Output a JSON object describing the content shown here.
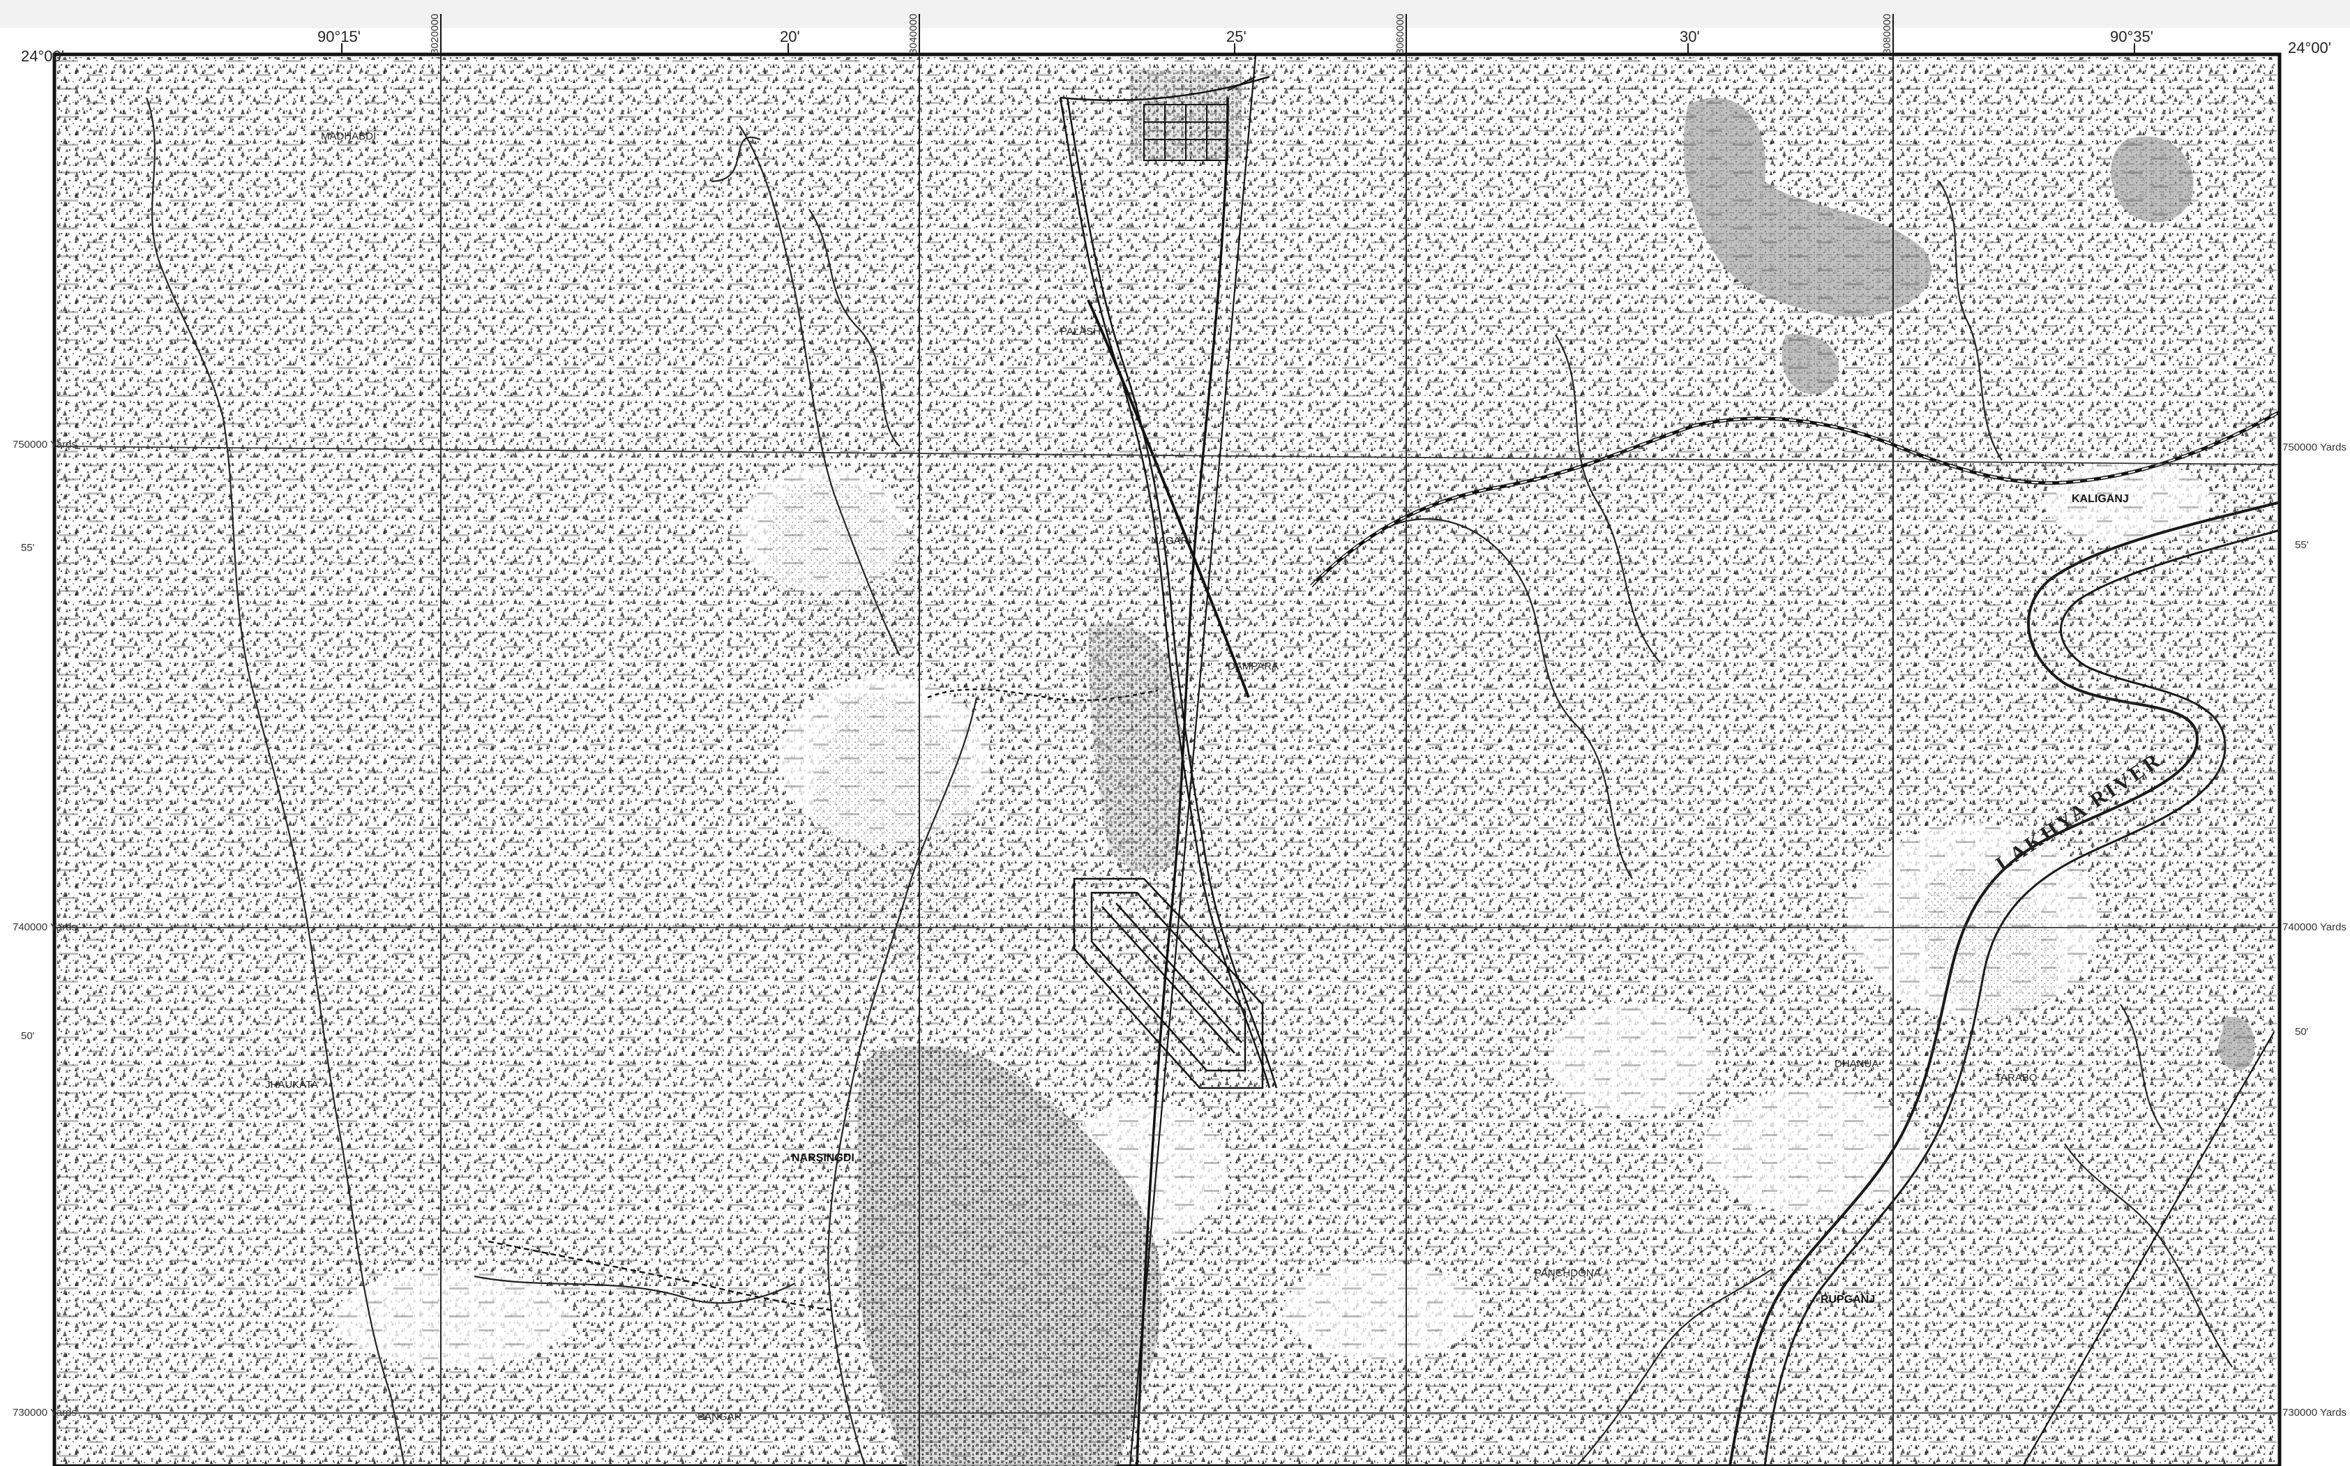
{
  "map": {
    "top_ticks": [
      {
        "label": "90°15'",
        "kind": "deg"
      },
      {
        "label": "20'",
        "kind": "deg"
      },
      {
        "label": "25'",
        "kind": "deg"
      },
      {
        "label": "30'",
        "kind": "deg"
      },
      {
        "label": "90°35'",
        "kind": "deg"
      }
    ],
    "top_grid_labels": [
      "3020000",
      "3040000",
      "3060000",
      "3080000"
    ],
    "corners": {
      "top_left": "24°00'",
      "top_right": "24°00'"
    },
    "left_labels": [
      "750000 Yards",
      "55'",
      "740000 Yards",
      "50'",
      "730000 Yards"
    ],
    "right_labels": [
      "750000 Yards",
      "55'",
      "740000 Yards",
      "50'",
      "730000 Yards"
    ],
    "river_label": "LAKHYA RIVER",
    "place_labels": [
      "NARSINGDI",
      "RUPGANJ",
      "BANGAR",
      "DHANUA",
      "KALIGANJ",
      "PANCHDONA",
      "JHAUKATA",
      "TARABO",
      "MADHABDI",
      "PALASH",
      "NAGARI",
      "DAMPARA"
    ],
    "colors": {
      "ink": "#1a1a1a",
      "stipple": "#8a8a8a",
      "paper": "#ffffff",
      "marsh": "#9a9a9a"
    }
  }
}
